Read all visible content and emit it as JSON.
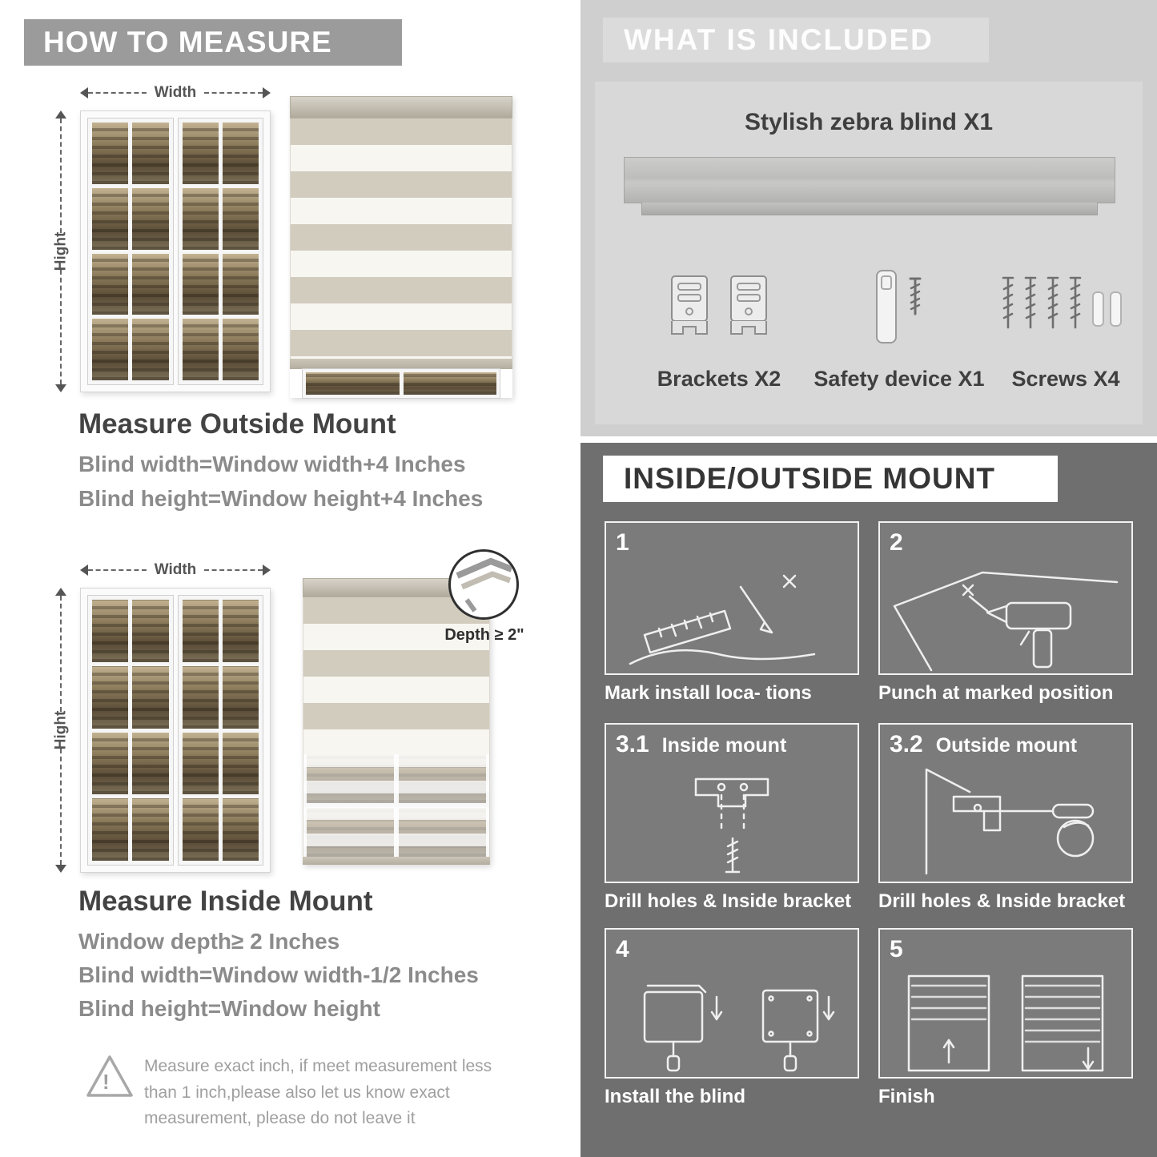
{
  "how_to_measure": {
    "header": "HOW TO MEASURE",
    "width_label": "Width",
    "height_label": "Hight",
    "outside": {
      "title": "Measure Outside Mount",
      "line1": "Blind width=Window width+4 Inches",
      "line2": "Blind height=Window height+4 Inches"
    },
    "inside": {
      "depth_callout": "Depth ≥ 2\"",
      "title": "Measure Inside Mount",
      "line1": "Window depth≥ 2 Inches",
      "line2": "Blind width=Window width-1/2 Inches",
      "line3": "Blind height=Window height"
    },
    "warning_icon": "!",
    "warning": "Measure exact inch, if meet measurement less than 1 inch,please also let us know exact measurement, please do not leave it"
  },
  "included": {
    "header": "WHAT IS INCLUDED",
    "product_label": "Stylish zebra blind X1",
    "items": [
      {
        "label": "Brackets X2"
      },
      {
        "label": "Safety device X1"
      },
      {
        "label": "Screws X4"
      }
    ]
  },
  "mount_guide": {
    "header": "INSIDE/OUTSIDE MOUNT",
    "steps": [
      {
        "num": "1",
        "title": "",
        "caption": "Mark install loca- tions"
      },
      {
        "num": "2",
        "title": "",
        "caption": "Punch at  marked position"
      },
      {
        "num": "3.1",
        "title": "Inside mount",
        "caption": "Drill holes &  Inside bracket"
      },
      {
        "num": "3.2",
        "title": "Outside mount",
        "caption": "Drill holes &  Inside bracket"
      },
      {
        "num": "4",
        "title": "",
        "caption": "Install the blind"
      },
      {
        "num": "5",
        "title": "",
        "caption": "Finish"
      }
    ]
  }
}
